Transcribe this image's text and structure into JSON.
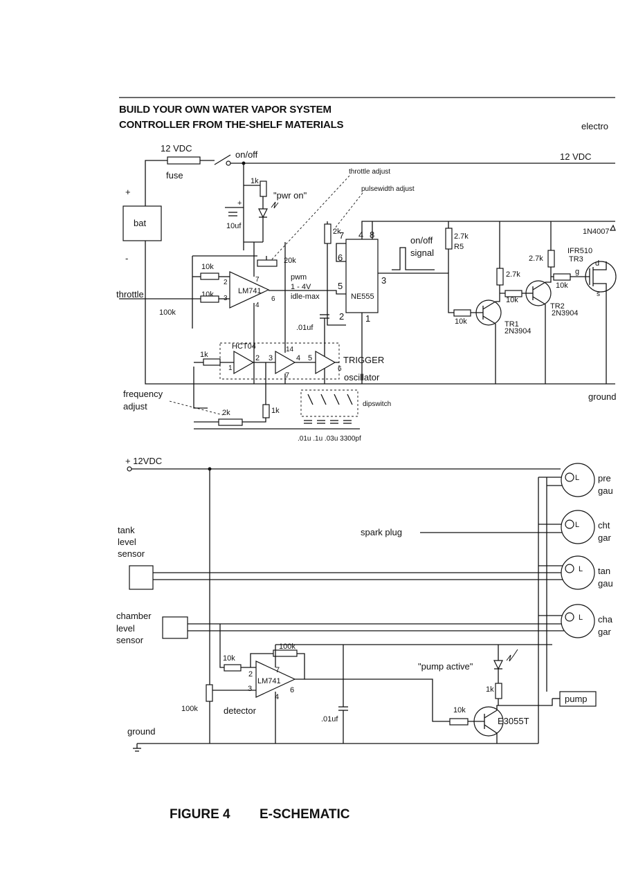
{
  "header": {
    "title_line1": "BUILD YOUR OWN WATER VAPOR SYSTEM",
    "title_line2": "CONTROLLER FROM THE-SHELF MATERIALS",
    "right_clip": "electro"
  },
  "top": {
    "vdc_left": "12 VDC",
    "vdc_right": "12 VDC",
    "on_off": "on/off",
    "fuse": "fuse",
    "plus": "+",
    "minus": "-",
    "bat": "bat",
    "r_1k_pwr": "1k",
    "pwr_on": "\"pwr on\"",
    "cap_plus": "+",
    "cap_10uf": "10uf",
    "throttle_adjust": "throttle adjust",
    "pulsewidth_adjust": "pulsewidth adjust",
    "r_2k_pot": "2k",
    "pin7_555": "7",
    "pin4_555": "4",
    "pin8_555": "8",
    "pin6_555": "6",
    "pin5_555": "5",
    "pin3_555": "3",
    "pin2_555": "2",
    "pin1_555": "1",
    "ne555": "NE555",
    "on_off_signal_1": "on/off",
    "on_off_signal_2": "signal",
    "r5_value": "2.7k",
    "r5_name": "R5",
    "r_20k": "20k",
    "r_10k_a": "10k",
    "r_10k_b": "10k",
    "r_100k": "100k",
    "lm741_top": "LM741",
    "op_pin7": "7",
    "op_pin2": "2",
    "op_pin3": "3",
    "op_pin6": "6",
    "op_pin4": "4",
    "pwm_1": "pwm",
    "pwm_2": "1 - 4V",
    "pwm_3": "idle-max",
    "throttle": "throttle",
    "cap_01uf": ".01uf",
    "r_2_7k_b": "2.7k",
    "r_10k_tr1": "10k",
    "r_10k_tr2": "10k",
    "tr1_name": "TR1",
    "tr1_part": "2N3904",
    "tr2_name": "TR2",
    "tr2_part": "2N3904",
    "r_2_7k_c": "2.7k",
    "r_10k_g": "10k",
    "irf_part": "IFR510",
    "tr3_name": "TR3",
    "diode": "1N4007",
    "pin_d": "d",
    "pin_g": "g",
    "pin_s": "s",
    "hct04": "HCT04",
    "r_1k_osc": "1k",
    "inv_pin1": "1",
    "inv_pin2": "2",
    "inv_pin3": "3",
    "inv_pin4": "4",
    "inv_pin5": "5",
    "inv_pin6": "6",
    "inv_pin7": "7",
    "inv_pin14": "14",
    "trigger": "TRIGGER",
    "oscillator": "oscillator",
    "ground_top": "ground",
    "freq_adjust_1": "frequency",
    "freq_adjust_2": "adjust",
    "r_2k_freq": "2k",
    "r_1k_freq": "1k",
    "dipswitch": "dipswitch",
    "cap_values": ".01u .1u .03u 3300pf"
  },
  "bottom": {
    "vdc": "+ 12VDC",
    "tank_1": "tank",
    "tank_2": "level",
    "tank_3": "sensor",
    "chamber_1": "chamber",
    "chamber_2": "level",
    "chamber_3": "sensor",
    "spark_plug": "spark plug",
    "r_10k_in": "10k",
    "r_100k_fb": "100k",
    "r_100k_pot": "100k",
    "lm741": "LM741",
    "pin2": "2",
    "pin3": "3",
    "pin7": "7",
    "pin4": "4",
    "pin6": "6",
    "detector": "detector",
    "cap_01uf": ".01uf",
    "pump_active": "\"pump active\"",
    "r_1k_led": "1k",
    "r_10k_base": "10k",
    "transistor": "E3055T",
    "pump": "pump",
    "ground": "ground",
    "gauge_L": "L",
    "gauge1_a": "pre",
    "gauge1_b": "gau",
    "gauge2_a": "cht",
    "gauge2_b": "gar",
    "gauge3_a": "tan",
    "gauge3_b": "gau",
    "gauge4_a": "cha",
    "gauge4_b": "gar"
  },
  "figure": {
    "number": "FIGURE 4",
    "name": "E-SCHEMATIC"
  }
}
